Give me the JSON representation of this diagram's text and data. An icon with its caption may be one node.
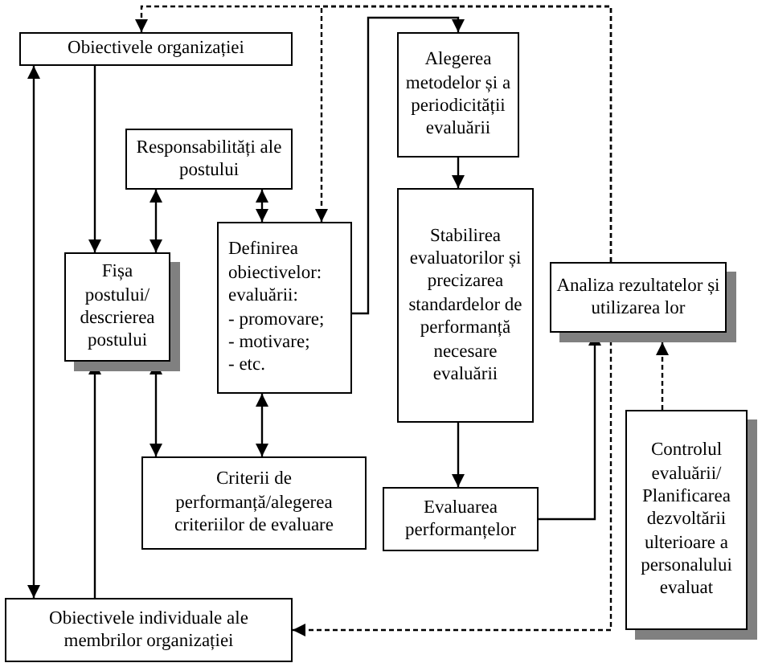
{
  "diagram": {
    "nodes": [
      {
        "text": [
          "Obiectivele organizației"
        ]
      },
      {
        "text": [
          "Responsabilități ale postului"
        ]
      },
      {
        "text": [
          "Fișa postului/ descrierea postului"
        ]
      },
      {
        "text": [
          "Definirea obiectivelor: evaluării:",
          "- promovare;",
          "- motivare;",
          "- etc."
        ]
      },
      {
        "text": [
          "Alegerea metodelor și a periodicității evaluării"
        ]
      },
      {
        "text": [
          "Stabilirea evaluatorilor și precizarea standardelor de performanță necesare evaluării"
        ]
      },
      {
        "text": [
          "Criterii de performanță/alegerea criteriilor de evaluare"
        ]
      },
      {
        "text": [
          "Analiza rezultatelor și utilizarea lor"
        ]
      },
      {
        "text": [
          "Evaluarea performanțelor"
        ]
      },
      {
        "text": [
          "Controlul evaluării/ Planificarea dezvoltării ulterioare a personalului evaluat"
        ]
      },
      {
        "text": [
          "Obiectivele individuale ale membrilor organizației"
        ]
      }
    ],
    "edges": [
      {
        "from": 7,
        "to": 0,
        "arrow": "to",
        "style": "dashed"
      },
      {
        "from": 7,
        "to": 3,
        "arrow": "to",
        "style": "dashed"
      },
      {
        "from": 7,
        "to": 10,
        "arrow": "to",
        "style": "dashed"
      },
      {
        "from": 9,
        "to": 7,
        "arrow": "to",
        "style": "dashed"
      },
      {
        "from": 0,
        "to": 2,
        "arrow": "to"
      },
      {
        "from": 1,
        "to": 2,
        "arrow": "both"
      },
      {
        "from": 1,
        "to": 3,
        "arrow": "both"
      },
      {
        "from": 10,
        "to": 0,
        "arrow": "both"
      },
      {
        "from": 10,
        "to": 2,
        "arrow": "to"
      },
      {
        "from": 2,
        "to": 6,
        "arrow": "both"
      },
      {
        "from": 3,
        "to": 6,
        "arrow": "both"
      },
      {
        "from": 3,
        "to": 4,
        "arrow": "to"
      },
      {
        "from": 4,
        "to": 5,
        "arrow": "to"
      },
      {
        "from": 5,
        "to": 8,
        "arrow": "to"
      },
      {
        "from": 8,
        "to": 7,
        "arrow": "to"
      }
    ]
  }
}
